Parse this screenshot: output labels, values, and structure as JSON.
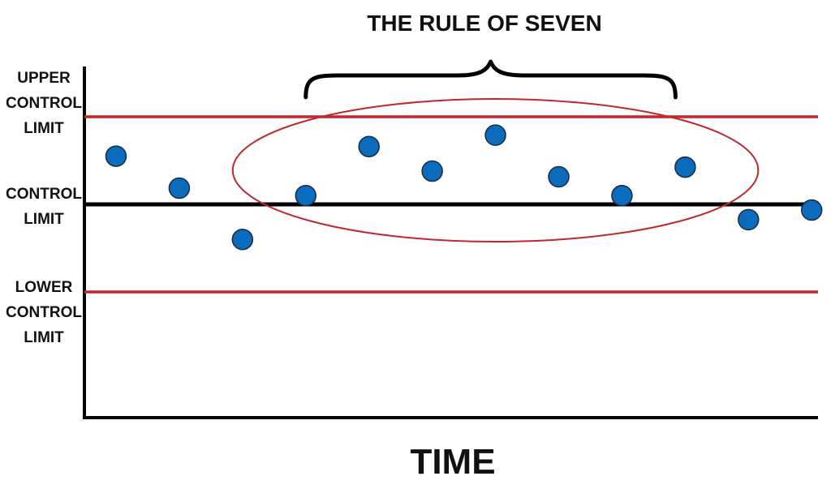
{
  "chart_data": {
    "type": "scatter",
    "title": "THE RULE OF SEVEN",
    "xlabel": "TIME",
    "ylabel": "",
    "xlim": [
      0,
      11.6
    ],
    "ylim": [
      -6,
      4.5
    ],
    "control_lines": [
      {
        "key": "ucl",
        "label_lines": [
          "UPPER",
          "CONTROL",
          "LIMIT"
        ],
        "value": 2.0,
        "color": "#c0282d"
      },
      {
        "key": "cl",
        "label_lines": [
          "CONTROL",
          "LIMIT"
        ],
        "value": 0.0,
        "color": "#000000"
      },
      {
        "key": "lcl",
        "label_lines": [
          "LOWER",
          "CONTROL",
          "LIMIT"
        ],
        "value": -2.0,
        "color": "#c0282d"
      }
    ],
    "points": [
      {
        "x": 0.5,
        "y": 1.1
      },
      {
        "x": 1.5,
        "y": 0.37
      },
      {
        "x": 2.5,
        "y": -0.8
      },
      {
        "x": 3.5,
        "y": 0.2
      },
      {
        "x": 4.5,
        "y": 1.32
      },
      {
        "x": 5.5,
        "y": 0.76
      },
      {
        "x": 6.5,
        "y": 1.58
      },
      {
        "x": 7.5,
        "y": 0.63
      },
      {
        "x": 8.5,
        "y": 0.2
      },
      {
        "x": 9.5,
        "y": 0.85
      },
      {
        "x": 10.5,
        "y": -0.35
      },
      {
        "x": 11.5,
        "y": -0.13
      }
    ],
    "highlight": {
      "first_point": 3,
      "last_point": 9
    },
    "grid": false,
    "legend": "none",
    "colors": {
      "point_fill": "#0b6bbd",
      "point_stroke": "#1a2a40",
      "axis": "#000000",
      "ellipse": "#c0282d",
      "brace": "#000000"
    }
  }
}
